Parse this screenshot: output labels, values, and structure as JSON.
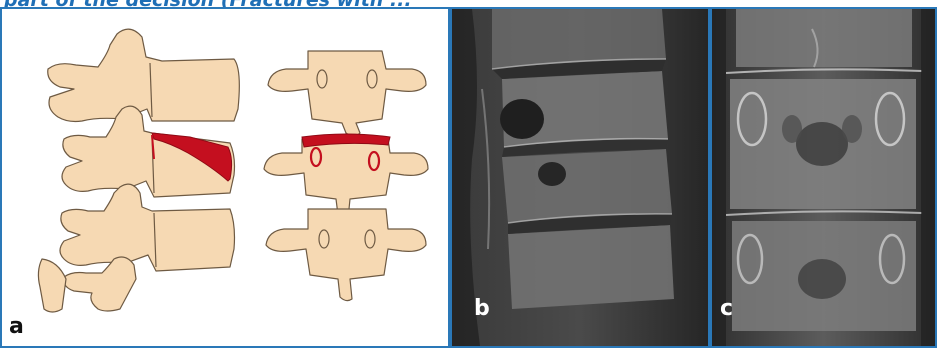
{
  "caption": {
    "text": "part of the decision (Fractures with ..."
  },
  "panels": [
    {
      "label": "a"
    },
    {
      "label": "b"
    },
    {
      "label": "c"
    }
  ],
  "colors": {
    "bone": "#f6d9b3",
    "bone_outline": "#6e5a43",
    "fracture_red": "#c40f1f",
    "frame_blue": "#2a78b8",
    "caption_blue": "#1f6fb6"
  }
}
